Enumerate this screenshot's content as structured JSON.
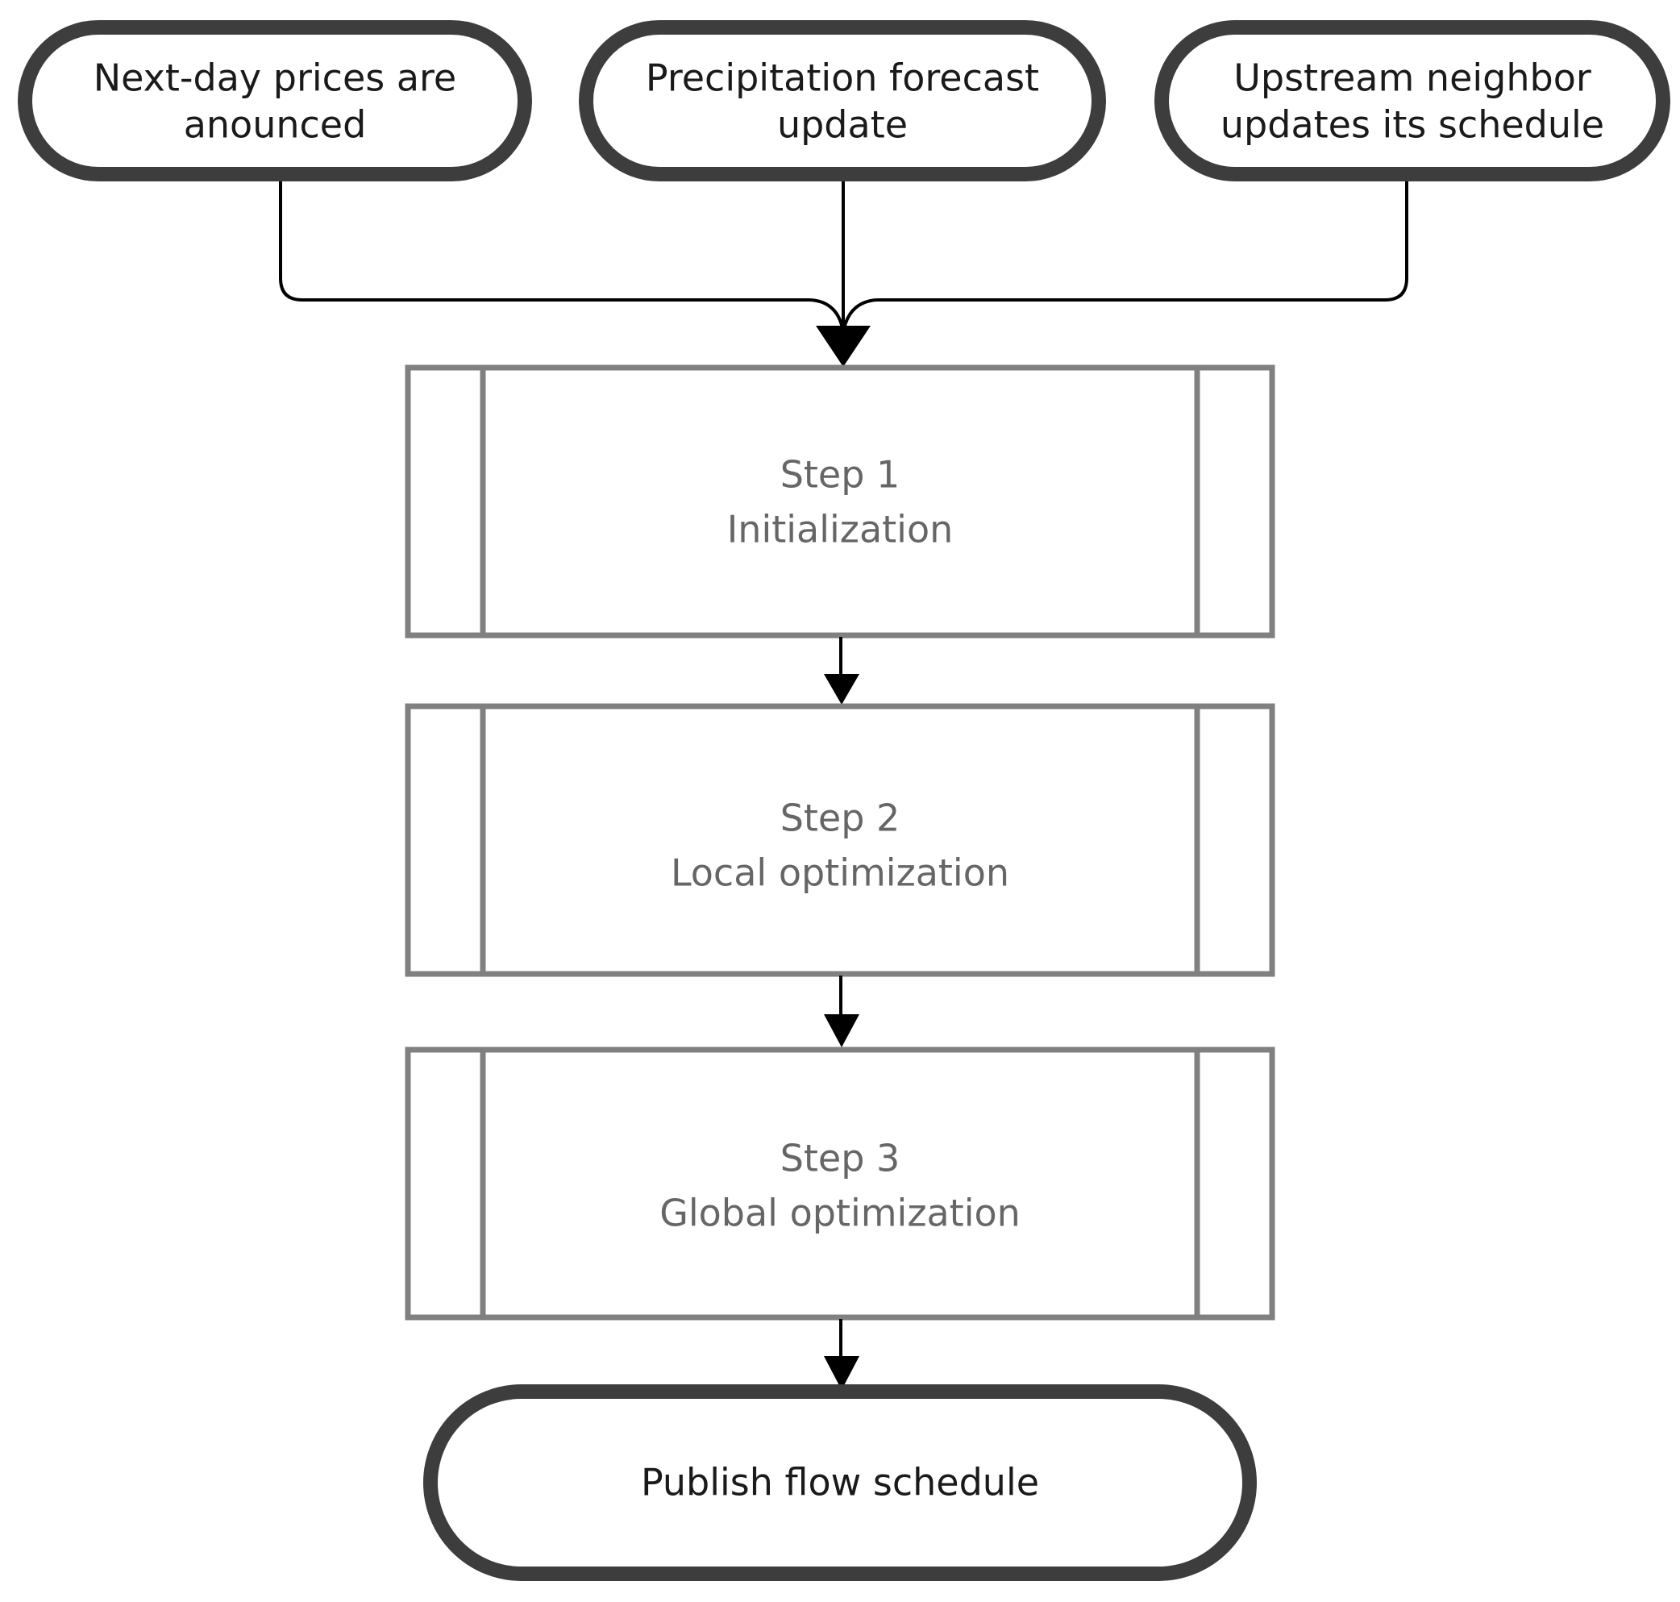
{
  "diagram": {
    "type": "flowchart",
    "title": "",
    "orientation": "top-to-bottom",
    "background_color": "#ffffff",
    "colors": {
      "terminator_border": "#3d3d3d",
      "terminator_text": "#1a1a1a",
      "process_border": "#808080",
      "process_text": "#666666",
      "connector": "#000000",
      "node_fill": "#ffffff"
    },
    "triggers": [
      {
        "id": "trigger-prices",
        "shape": "terminator",
        "line1": "Next-day prices are",
        "line2": "anounced"
      },
      {
        "id": "trigger-precipitation",
        "shape": "terminator",
        "line1": "Precipitation forecast",
        "line2": "update"
      },
      {
        "id": "trigger-upstream",
        "shape": "terminator",
        "line1": "Upstream neighbor",
        "line2": "updates its schedule"
      }
    ],
    "steps": [
      {
        "id": "step-1",
        "shape": "predefined-process",
        "line1": "Step 1",
        "line2": "Initialization"
      },
      {
        "id": "step-2",
        "shape": "predefined-process",
        "line1": "Step 2",
        "line2": "Local optimization"
      },
      {
        "id": "step-3",
        "shape": "predefined-process",
        "line1": "Step 3",
        "line2": "Global optimization"
      }
    ],
    "output": {
      "id": "output-publish",
      "shape": "terminator",
      "line1": "Publish flow schedule",
      "line2": ""
    },
    "edges": [
      {
        "from": "trigger-prices",
        "to": "step-1",
        "style": "curved-merge"
      },
      {
        "from": "trigger-precipitation",
        "to": "step-1",
        "style": "straight"
      },
      {
        "from": "trigger-upstream",
        "to": "step-1",
        "style": "curved-merge"
      },
      {
        "from": "step-1",
        "to": "step-2",
        "style": "straight"
      },
      {
        "from": "step-2",
        "to": "step-3",
        "style": "straight"
      },
      {
        "from": "step-3",
        "to": "output-publish",
        "style": "straight"
      }
    ]
  }
}
